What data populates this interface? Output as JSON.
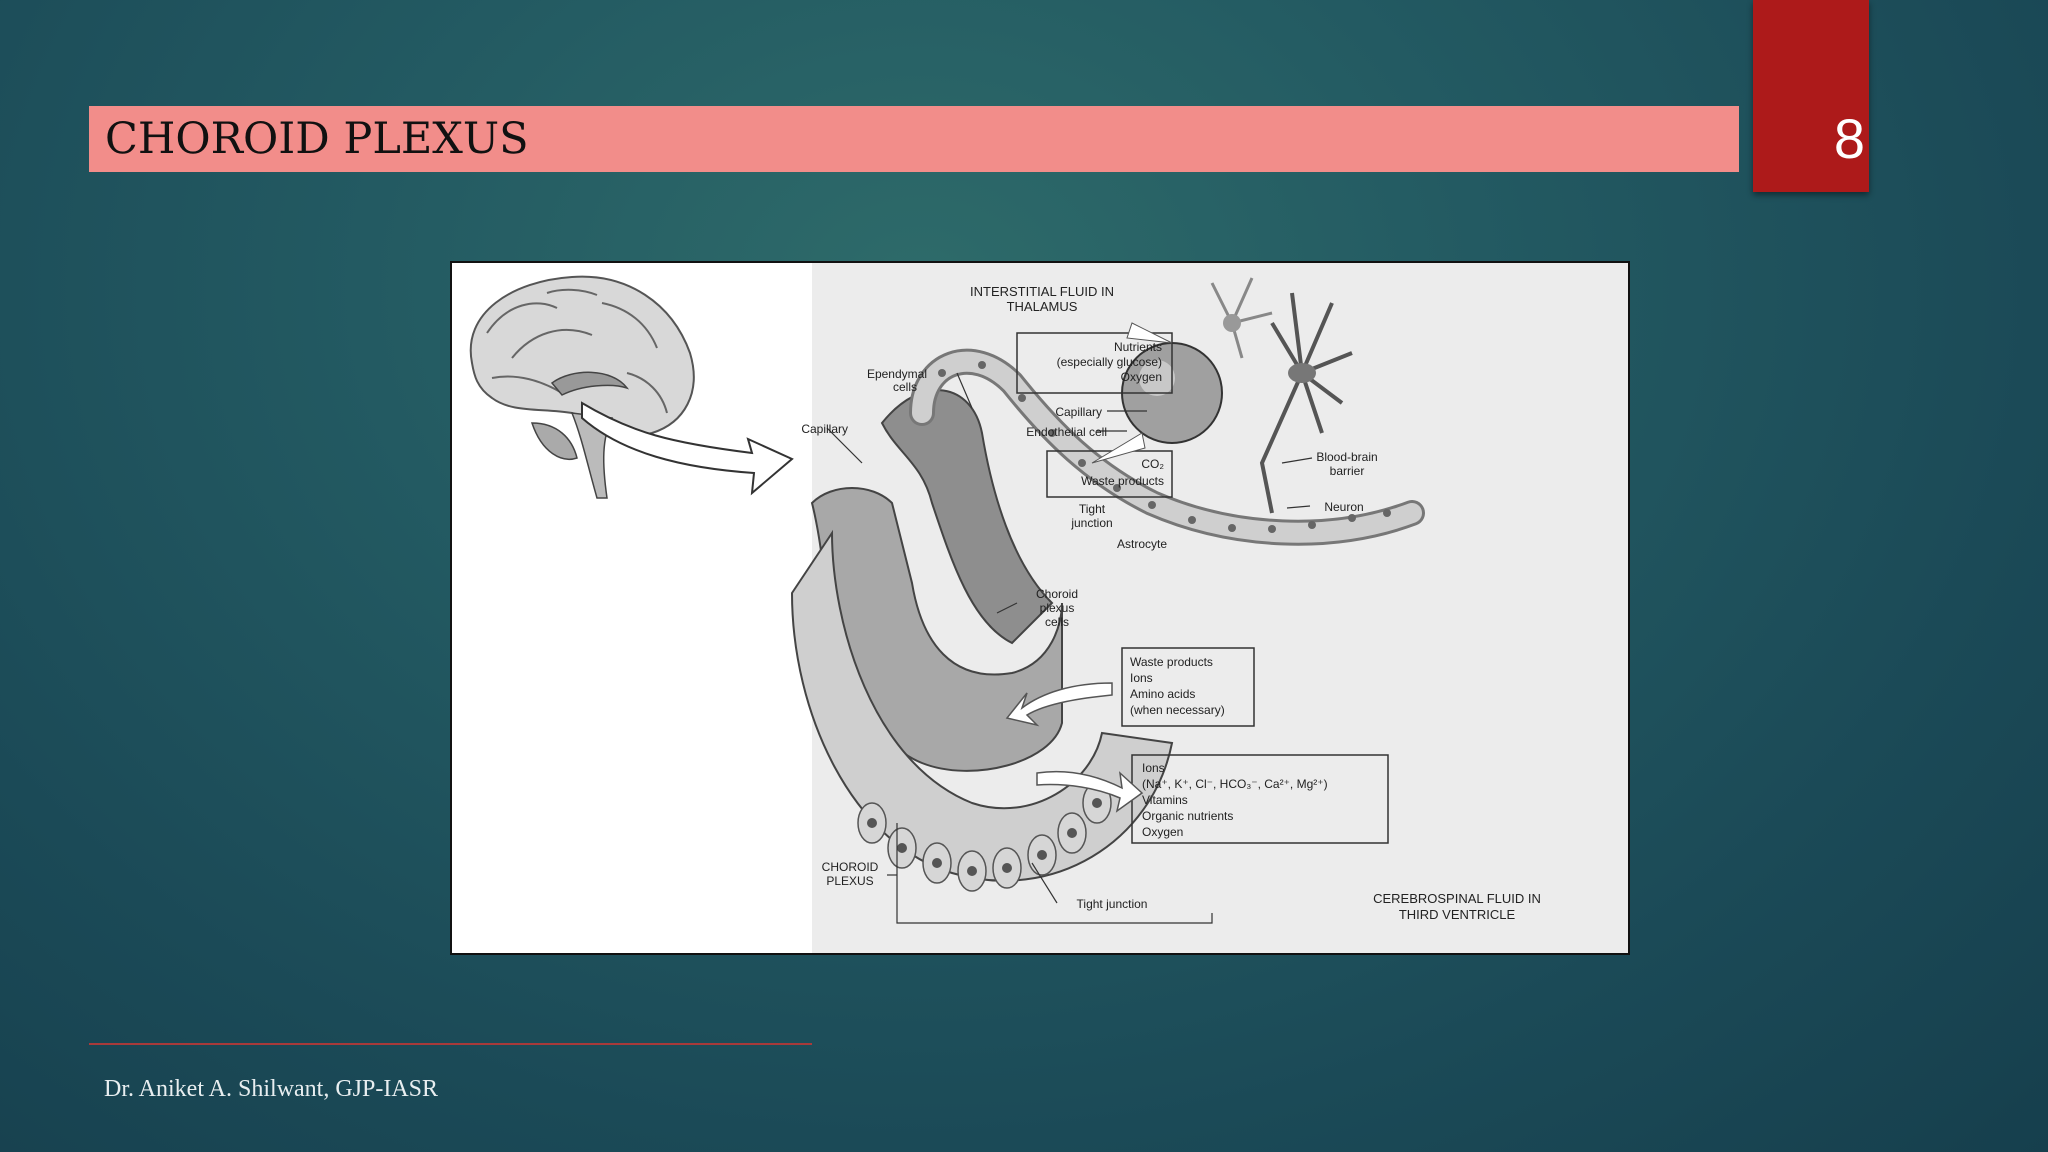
{
  "slide": {
    "title": "CHOROID PLEXUS",
    "number": "8",
    "footer": "Dr. Aniket A. Shilwant, GJP-IASR"
  },
  "diagram": {
    "top_label": [
      "INTERSTITIAL FLUID IN",
      "THALAMUS"
    ],
    "bottom_label": [
      "CEREBROSPINAL FLUID IN",
      "THIRD VENTRICLE"
    ],
    "left_label": [
      "CHOROID",
      "PLEXUS"
    ],
    "ependymal": [
      "Ependymal",
      "cells"
    ],
    "capillary_left": "Capillary",
    "nutrients_box": [
      "Nutrients",
      "(especially glucose)",
      "Oxygen"
    ],
    "capillary_right": "Capillary",
    "endothelial": "Endothelial cell",
    "co2_box": [
      "CO₂",
      "Waste products"
    ],
    "tight_top": [
      "Tight",
      "junction"
    ],
    "astrocyte": "Astrocyte",
    "bbb": [
      "Blood-brain",
      "barrier"
    ],
    "neuron": "Neuron",
    "choroid_cells": [
      "Choroid",
      "plexus",
      "cells"
    ],
    "waste_box": [
      "Waste products",
      "Ions",
      "Amino acids",
      "(when necessary)"
    ],
    "ions_box": [
      "Ions",
      "(Na⁺, K⁺, Cl⁻, HCO₃⁻, Ca²⁺, Mg²⁺)",
      "Vitamins",
      "Organic nutrients",
      "Oxygen"
    ],
    "tight_bottom": "Tight junction"
  },
  "colors": {
    "title_bar": "#f28d8a",
    "number_tab": "#ad1a1a",
    "divider": "#a83a3a"
  }
}
